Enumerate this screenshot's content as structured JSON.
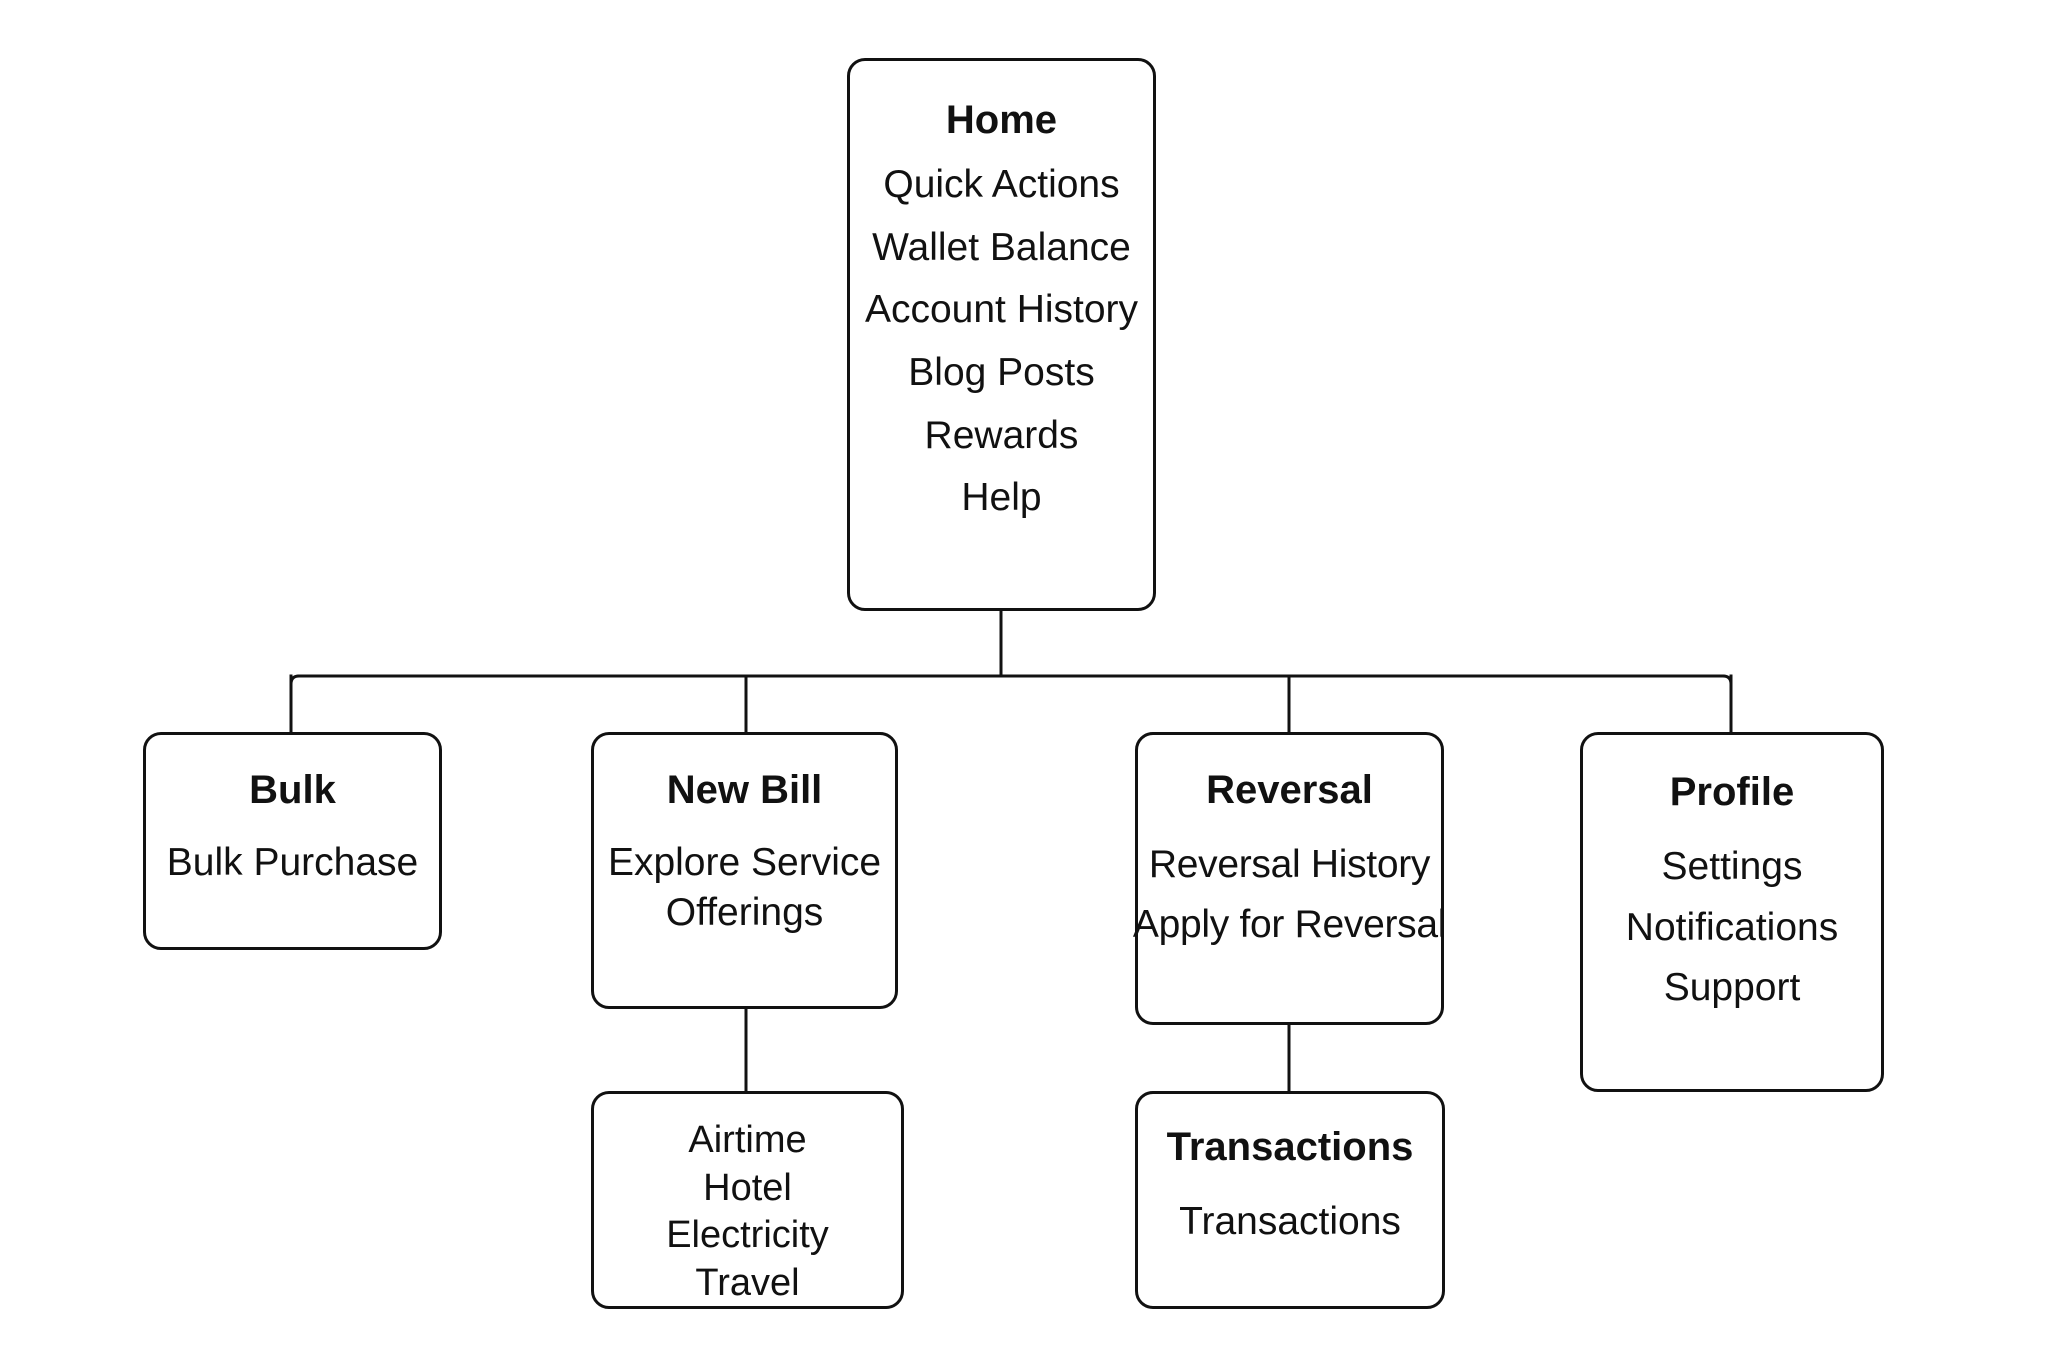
{
  "diagram": {
    "type": "site-map-tree",
    "background_color": "#ffffff",
    "line_color": "#111111",
    "text_color": "#111111"
  },
  "nodes": {
    "home": {
      "title": "Home",
      "items": [
        "Quick Actions",
        "Wallet Balance",
        "Account History",
        "Blog Posts",
        "Rewards",
        "Help"
      ]
    },
    "bulk": {
      "title": "Bulk",
      "items": [
        "Bulk Purchase"
      ]
    },
    "new_bill": {
      "title": "New Bill",
      "items": [
        "Explore Service",
        "Offerings"
      ]
    },
    "reversal": {
      "title": "Reversal",
      "items": [
        "Reversal History",
        "Apply for Reversal"
      ]
    },
    "profile": {
      "title": "Profile",
      "items": [
        "Settings",
        "Notifications",
        "Support"
      ]
    },
    "services": {
      "title": "",
      "items": [
        "Airtime",
        "Hotel",
        "Electricity",
        "Travel"
      ]
    },
    "transactions": {
      "title": "Transactions",
      "items": [
        "Transactions"
      ]
    }
  }
}
